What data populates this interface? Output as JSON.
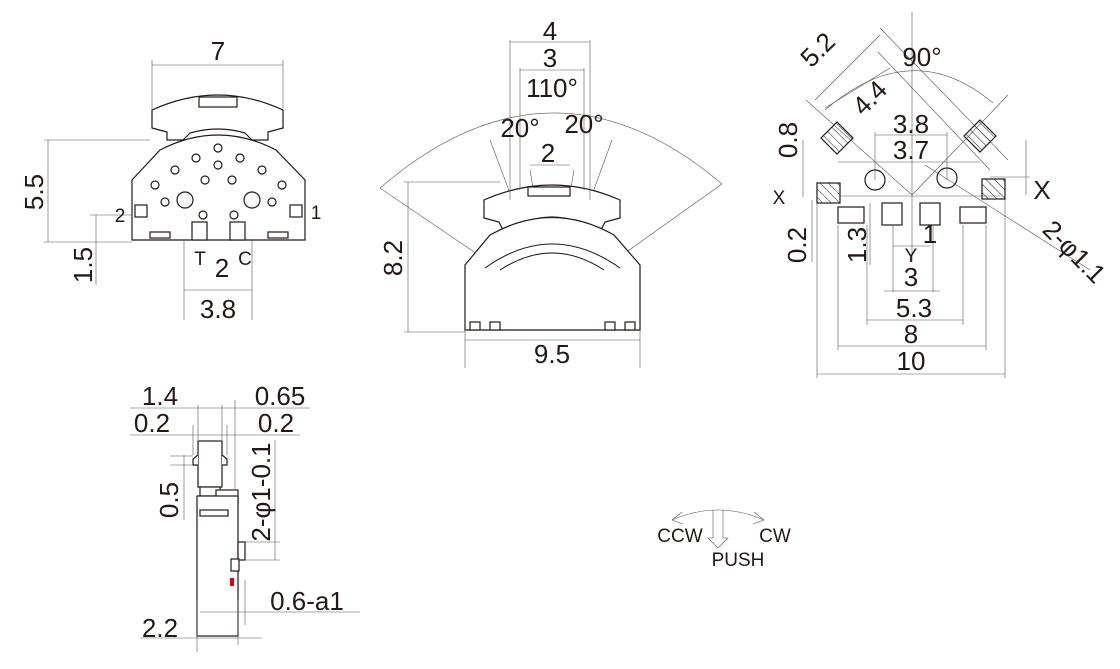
{
  "title": "Rotary encoder switch dimension drawing",
  "colors": {
    "line": "#231815",
    "marker": "#e60012"
  },
  "front_view": {
    "width": "7",
    "height": "5.5",
    "pin_offset": "1.5",
    "pin_left": "2",
    "pin_right": "1",
    "terminal_t": "T",
    "terminal_center": "2",
    "terminal_c": "C",
    "pin_span": "3.8"
  },
  "top_view": {
    "dim_4": "4",
    "dim_3": "3",
    "angle_total": "110°",
    "angle_left": "20°",
    "angle_right": "20°",
    "dim_2": "2",
    "height": "8.2",
    "width": "9.5"
  },
  "pcb_layout": {
    "dim_5_2": "5.2",
    "dim_4_4": "4.4",
    "angle": "90°",
    "dim_0_8": "0.8",
    "dim_3_8": "3.8",
    "dim_3_7": "3.7",
    "x_left": "X",
    "x_right": "X",
    "hole": "2-φ1.1",
    "dim_0_2": "0.2",
    "dim_1_3": "1.3",
    "dim_1": "1",
    "y_label": "Y",
    "dim_3": "3",
    "dim_5_3": "5.3",
    "dim_8": "8",
    "dim_10": "10"
  },
  "side_view": {
    "dim_1_4": "1.4",
    "dim_0_65": "0.65",
    "dim_0_2_left": "0.2",
    "dim_0_2_right": "0.2",
    "dim_0_5": "0.5",
    "boss": "2-φ1-0.1",
    "chamfer": "0.6-a1",
    "dim_2_2": "2.2"
  },
  "direction_legend": {
    "ccw": "CCW",
    "cw": "CW",
    "push": "PUSH"
  }
}
